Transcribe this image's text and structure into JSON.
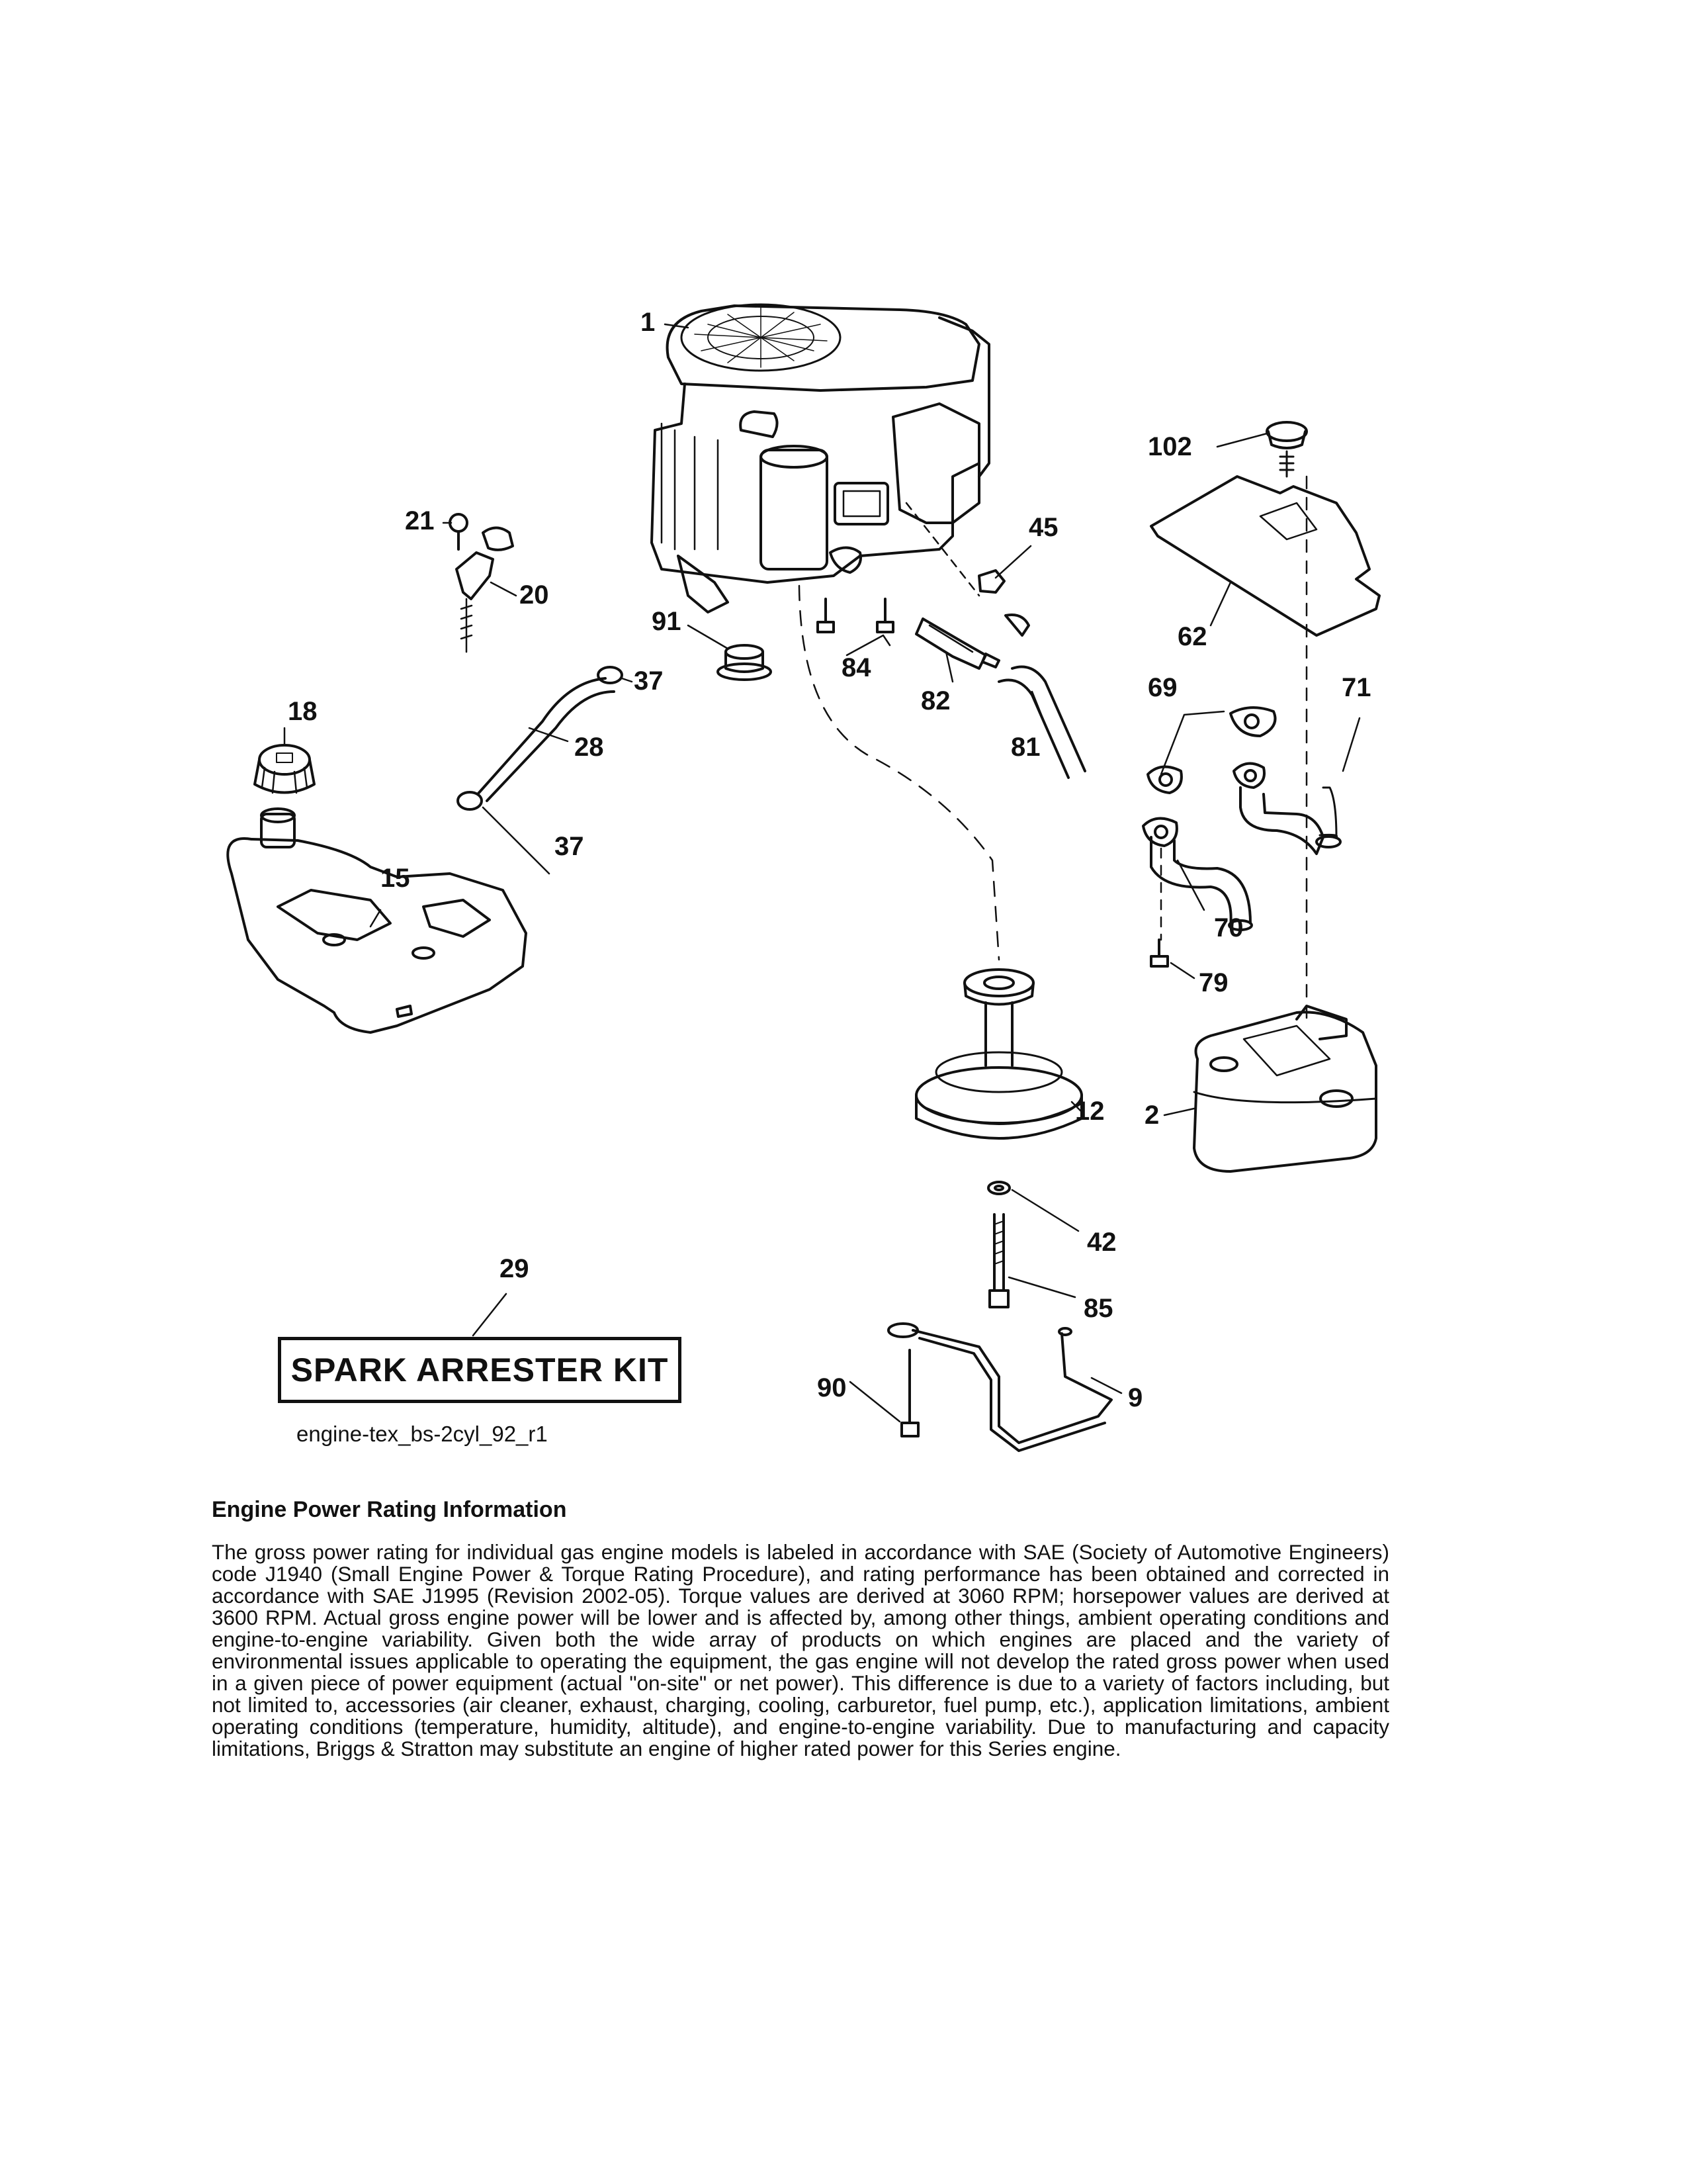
{
  "callouts": {
    "c1": "1",
    "c102": "102",
    "c21": "21",
    "c20": "20",
    "c45": "45",
    "c62": "62",
    "c91": "91",
    "c84": "84",
    "c82": "82",
    "c81": "81",
    "c69": "69",
    "c71": "71",
    "c18": "18",
    "c37a": "37",
    "c28": "28",
    "c37b": "37",
    "c15": "15",
    "c70": "70",
    "c79": "79",
    "c12": "12",
    "c2": "2",
    "c42": "42",
    "c85": "85",
    "c29": "29",
    "c90": "90",
    "c9": "9"
  },
  "kit_label": "SPARK ARRESTER KIT",
  "drawing_id": "engine-tex_bs-2cyl_92_r1",
  "rating": {
    "heading": "Engine Power Rating Information",
    "body": "The gross power rating for individual gas engine models is labeled in accordance with SAE (Society of Automotive Engineers) code J1940 (Small Engine Power & Torque Rating Procedure), and rating performance has been obtained and corrected in accordance with SAE J1995 (Revision 2002-05). Torque values are derived at 3060 RPM; horsepower values are derived at 3600 RPM. Actual gross engine power will be lower and is affected by, among other things, ambient operating conditions and engine-to-engine variability. Given both the wide array of products on which engines are placed and the variety of environmental issues applicable to operating the equipment, the gas engine will not develop the rated gross power when used in a given piece of power equipment (actual \"on-site\" or net power). This difference is due to a variety of factors including, but not limited to, accessories (air cleaner, exhaust, charging, cooling, carburetor, fuel pump, etc.), application limitations, ambient operating conditions (temperature, humidity, altitude), and engine-to-engine variability. Due to manufacturing and capacity limitations, Briggs & Stratton may substitute an engine of higher rated power for this Series engine."
  }
}
